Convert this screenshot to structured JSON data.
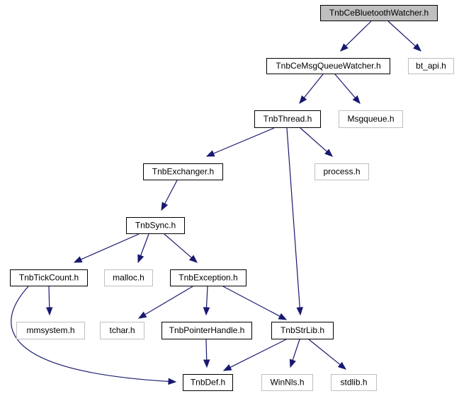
{
  "diagram": {
    "nodes": [
      {
        "id": "n_ce_bt_watcher",
        "label": "TnbCeBluetoothWatcher.h",
        "kind": "current"
      },
      {
        "id": "n_ce_msg_watcher",
        "label": "TnbCeMsgQueueWatcher.h",
        "kind": "local"
      },
      {
        "id": "n_bt_api",
        "label": "bt_api.h",
        "kind": "external"
      },
      {
        "id": "n_thread",
        "label": "TnbThread.h",
        "kind": "local"
      },
      {
        "id": "n_msgqueue",
        "label": "Msgqueue.h",
        "kind": "external"
      },
      {
        "id": "n_exchanger",
        "label": "TnbExchanger.h",
        "kind": "local"
      },
      {
        "id": "n_process",
        "label": "process.h",
        "kind": "external"
      },
      {
        "id": "n_sync",
        "label": "TnbSync.h",
        "kind": "local"
      },
      {
        "id": "n_tickcount",
        "label": "TnbTickCount.h",
        "kind": "local"
      },
      {
        "id": "n_malloc",
        "label": "malloc.h",
        "kind": "external"
      },
      {
        "id": "n_exception",
        "label": "TnbException.h",
        "kind": "local"
      },
      {
        "id": "n_mmsystem",
        "label": "mmsystem.h",
        "kind": "external"
      },
      {
        "id": "n_tchar",
        "label": "tchar.h",
        "kind": "external"
      },
      {
        "id": "n_pointerhandle",
        "label": "TnbPointerHandle.h",
        "kind": "local"
      },
      {
        "id": "n_strlib",
        "label": "TnbStrLib.h",
        "kind": "local"
      },
      {
        "id": "n_def",
        "label": "TnbDef.h",
        "kind": "local"
      },
      {
        "id": "n_winnls",
        "label": "WinNls.h",
        "kind": "external"
      },
      {
        "id": "n_stdlib",
        "label": "stdlib.h",
        "kind": "external"
      }
    ],
    "edges": [
      {
        "from": "n_ce_bt_watcher",
        "to": "n_ce_msg_watcher"
      },
      {
        "from": "n_ce_bt_watcher",
        "to": "n_bt_api"
      },
      {
        "from": "n_ce_msg_watcher",
        "to": "n_thread"
      },
      {
        "from": "n_ce_msg_watcher",
        "to": "n_msgqueue"
      },
      {
        "from": "n_thread",
        "to": "n_exchanger"
      },
      {
        "from": "n_thread",
        "to": "n_process"
      },
      {
        "from": "n_thread",
        "to": "n_strlib"
      },
      {
        "from": "n_exchanger",
        "to": "n_sync"
      },
      {
        "from": "n_sync",
        "to": "n_tickcount"
      },
      {
        "from": "n_sync",
        "to": "n_malloc"
      },
      {
        "from": "n_sync",
        "to": "n_exception"
      },
      {
        "from": "n_tickcount",
        "to": "n_mmsystem"
      },
      {
        "from": "n_tickcount",
        "to": "n_def"
      },
      {
        "from": "n_exception",
        "to": "n_tchar"
      },
      {
        "from": "n_exception",
        "to": "n_pointerhandle"
      },
      {
        "from": "n_exception",
        "to": "n_strlib"
      },
      {
        "from": "n_pointerhandle",
        "to": "n_def"
      },
      {
        "from": "n_strlib",
        "to": "n_def"
      },
      {
        "from": "n_strlib",
        "to": "n_winnls"
      },
      {
        "from": "n_strlib",
        "to": "n_stdlib"
      }
    ]
  }
}
